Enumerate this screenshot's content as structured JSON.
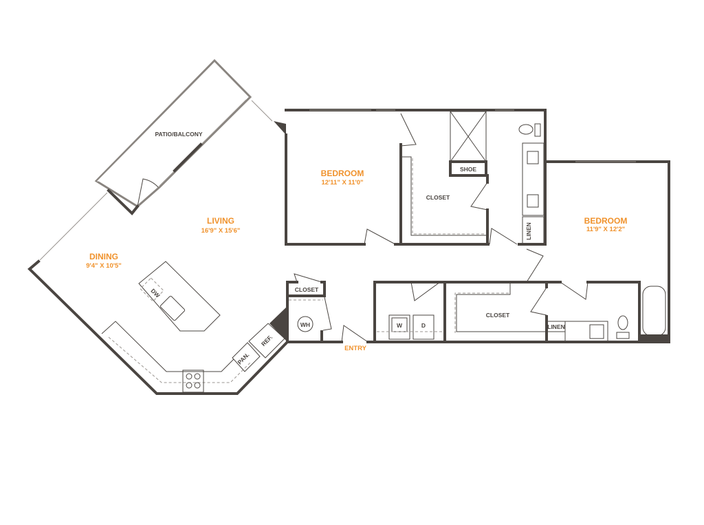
{
  "colors": {
    "wall": "#4a4541",
    "label": "#f0922c"
  },
  "rooms": {
    "patio": "PATIO/BALCONY",
    "living": {
      "name": "LIVING",
      "size": "16'9\" X 15'6\""
    },
    "dining": {
      "name": "DINING",
      "size": "9'4\" X 10'5\""
    },
    "bedroom1": {
      "name": "BEDROOM",
      "size": "12'11\" X 11'0\""
    },
    "bedroom2": {
      "name": "BEDROOM",
      "size": "11'9\" X 12'2\""
    }
  },
  "labels": {
    "closet": "CLOSET",
    "shoe": "SHOE",
    "linen": "LINEN",
    "wh": "WH",
    "w": "W",
    "d": "D",
    "dw": "DW",
    "pan": "PAN.",
    "ref": "REF.",
    "entry": "ENTRY"
  }
}
